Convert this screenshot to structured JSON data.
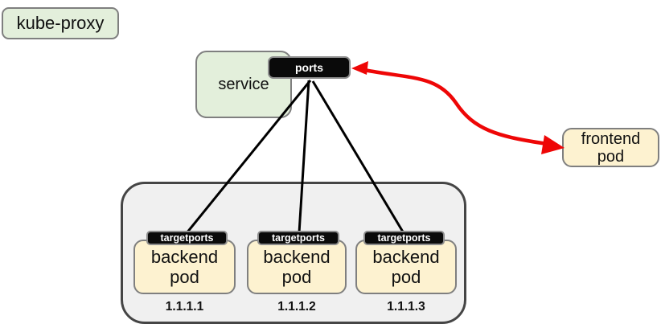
{
  "diagram": {
    "kube_proxy": {
      "label": "kube-proxy"
    },
    "service": {
      "label": "service",
      "ports_badge_label": "ports"
    },
    "frontend_pod": {
      "label": "frontend\npod"
    },
    "backend_pods": [
      {
        "badge_label": "targetports",
        "label": "backend\npod",
        "ip": "1.1.1.1"
      },
      {
        "badge_label": "targetports",
        "label": "backend\npod",
        "ip": "1.1.1.2"
      },
      {
        "badge_label": "targetports",
        "label": "backend\npod",
        "ip": "1.1.1.3"
      }
    ],
    "connections": {
      "ports_to_targetports_lines": 3,
      "ports_to_frontend_arrow": "bidirectional"
    },
    "colors": {
      "node_green": "#e3efdb",
      "node_cream": "#fdf2d0",
      "group_gray": "#f0f0f0",
      "badge_black": "#0a0a0a",
      "border_gray": "#7f7f7f",
      "arrow_red": "#ee0606",
      "line_black": "#000000"
    }
  }
}
